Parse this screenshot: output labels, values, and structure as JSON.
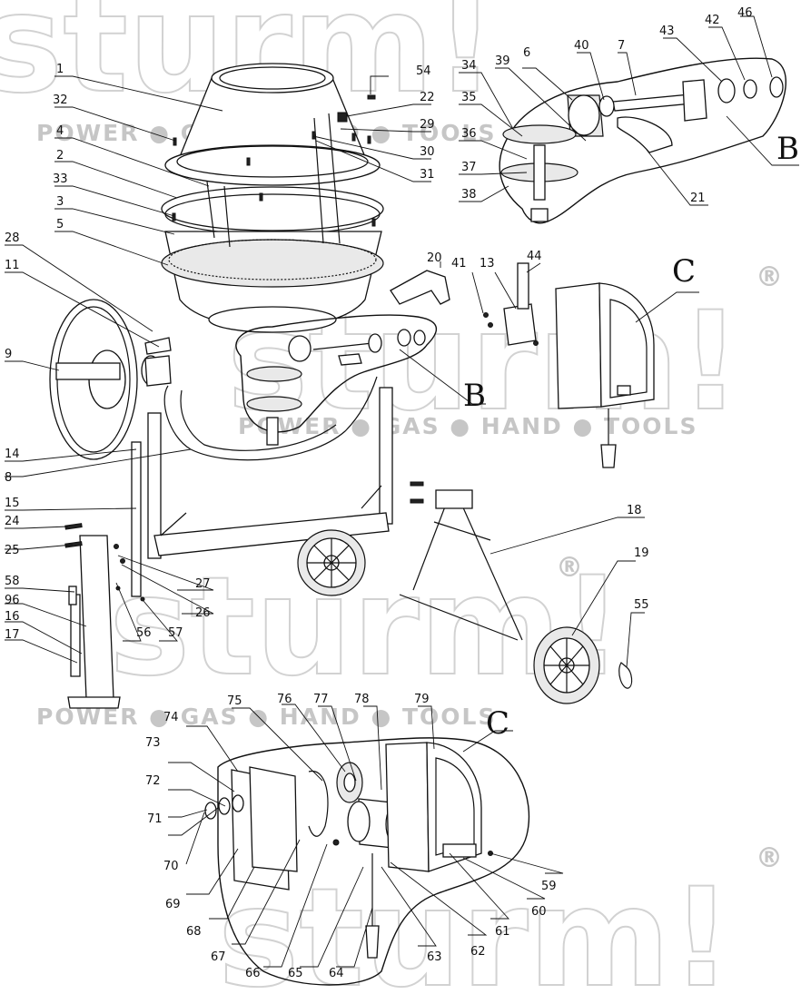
{
  "watermark": {
    "brand": "sturm!",
    "tagline": "POWER ● GAS ● HAND ● TOOLS",
    "registered": "®"
  },
  "section_labels": [
    "B",
    "B",
    "C",
    "C"
  ],
  "callouts": {
    "n1": "1",
    "n2": "2",
    "n3": "3",
    "n4": "4",
    "n5": "5",
    "n6": "6",
    "n7": "7",
    "n8": "8",
    "n9": "9",
    "n11": "11",
    "n13": "13",
    "n14": "14",
    "n15": "15",
    "n16": "16",
    "n17": "17",
    "n18": "18",
    "n19": "19",
    "n20": "20",
    "n21": "21",
    "n22": "22",
    "n24": "24",
    "n25": "25",
    "n26": "26",
    "n27": "27",
    "n28": "28",
    "n29": "29",
    "n30": "30",
    "n31": "31",
    "n32": "32",
    "n33": "33",
    "n34": "34",
    "n35": "35",
    "n36": "36",
    "n37": "37",
    "n38": "38",
    "n39": "39",
    "n40": "40",
    "n41": "41",
    "n42": "42",
    "n43": "43",
    "n44": "44",
    "n46": "46",
    "n54": "54",
    "n55": "55",
    "n56": "56",
    "n57": "57",
    "n58": "58",
    "n59": "59",
    "n60": "60",
    "n61": "61",
    "n62": "62",
    "n63": "63",
    "n64": "64",
    "n65": "65",
    "n66": "66",
    "n67": "67",
    "n68": "68",
    "n69": "69",
    "n70": "70",
    "n71": "71",
    "n72": "72",
    "n73": "73",
    "n74": "74",
    "n75": "75",
    "n76": "76",
    "n77": "77",
    "n78": "78",
    "n79": "79",
    "n96": "96"
  },
  "colors": {
    "line": "#111111",
    "watermark": "#c9c9c9",
    "background": "#ffffff"
  }
}
